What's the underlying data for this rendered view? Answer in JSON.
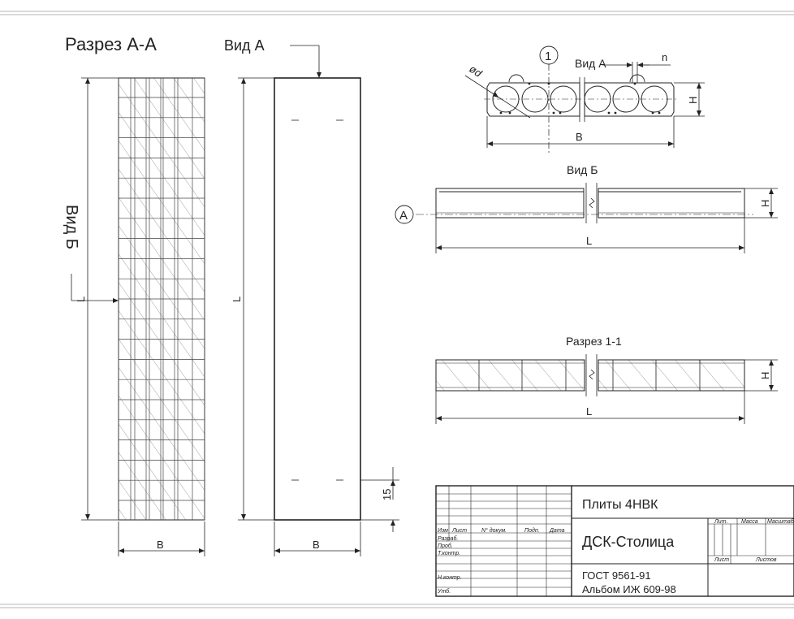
{
  "drawing": {
    "section_aa": {
      "title": "Разрез А-А",
      "dim_width": "B",
      "dim_length": "L",
      "view_b_label": "Вид Б"
    },
    "view_a_front": {
      "label": "Вид А",
      "dim_width": "B",
      "dim_length": "L",
      "dim_end": "15"
    },
    "view_a_end": {
      "callout_number": "1",
      "label": "Вид А",
      "dim_n": "n",
      "dim_d": "ød",
      "dim_h": "H",
      "dim_b": "B"
    },
    "view_b": {
      "title": "Вид Б",
      "ref_mark": "А",
      "dim_h": "H",
      "dim_l": "L"
    },
    "section_11": {
      "title": "Разрез 1-1",
      "dim_h": "H",
      "dim_l": "L"
    }
  },
  "title_block": {
    "product_name": "Плиты 4НВК",
    "company": "ДСК-Столица",
    "standard_line1": "ГОСТ 9561-91",
    "standard_line2": "Альбом ИЖ 609-98",
    "headers": {
      "izm": "Изм",
      "list": "Лист",
      "doc_no": "N° докум.",
      "sign": "Подп.",
      "date": "Дата",
      "lit": "Лит.",
      "mass": "Масса",
      "scale": "Масштаб",
      "sheet": "Лист",
      "sheets": "Листов"
    },
    "roles": [
      "Разраб.",
      "Проб.",
      "Т.контр.",
      "",
      "Н.контр.",
      "Утб."
    ]
  },
  "colors": {
    "line": "#222222",
    "frame": "#aaaaaa",
    "hatch": "#555555"
  }
}
